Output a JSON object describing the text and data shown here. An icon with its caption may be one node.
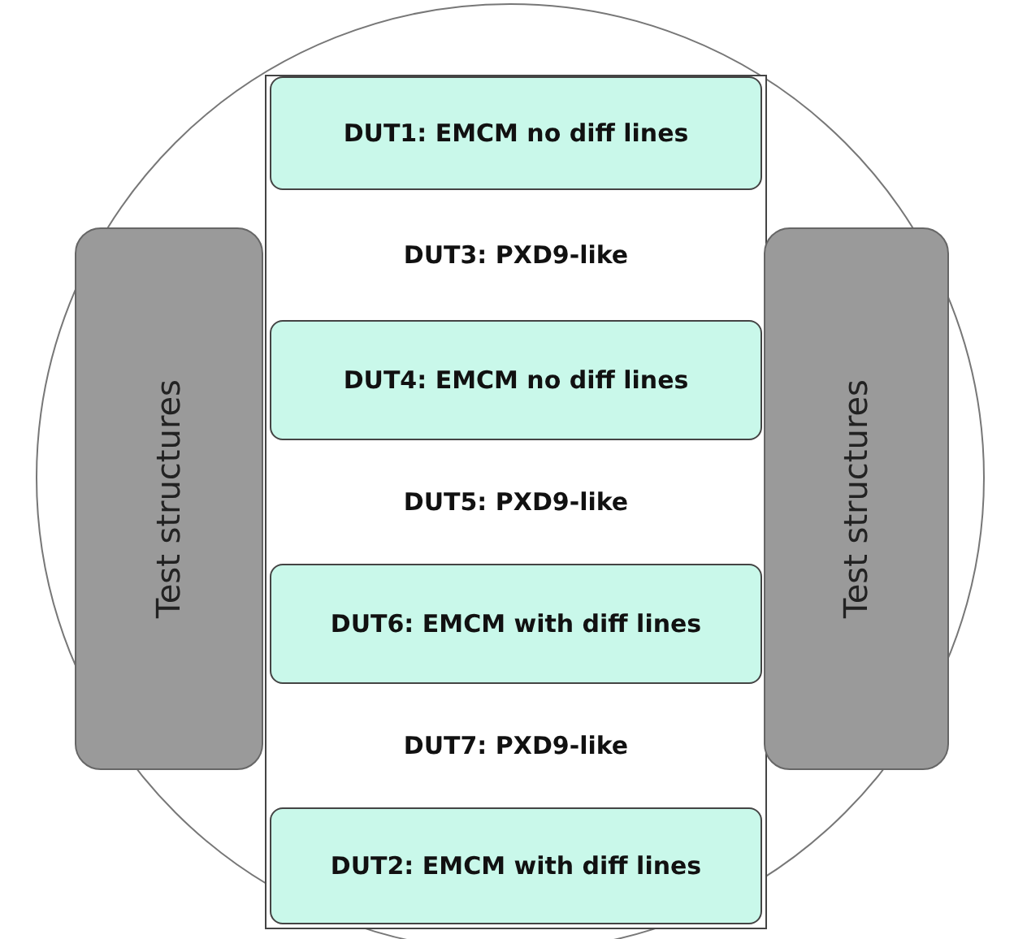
{
  "diagram": {
    "nodes": [
      {
        "text": [],
        "shape": "circle"
      },
      {
        "text": [
          "Test structures"
        ],
        "in": 0
      },
      {
        "text": [],
        "shape": "box",
        "in": 0
      },
      {
        "text": [
          "DUT1: EMCM no diff lines"
        ],
        "in": 2
      },
      {
        "text": [
          "DUT3: PXD9-like"
        ],
        "in": 2
      },
      {
        "text": [
          "DUT4: EMCM no diff lines"
        ],
        "in": 2
      },
      {
        "text": [
          "DUT5: PXD9-like"
        ],
        "in": 2
      },
      {
        "text": [
          "DUT6: EMCM with diff lines"
        ],
        "in": 2
      },
      {
        "text": [
          "DUT7: PXD9-like"
        ],
        "in": 2
      },
      {
        "text": [
          "DUT2: EMCM with diff lines"
        ],
        "in": 2
      },
      {
        "text": [
          "Test structures"
        ],
        "in": 0
      }
    ]
  }
}
